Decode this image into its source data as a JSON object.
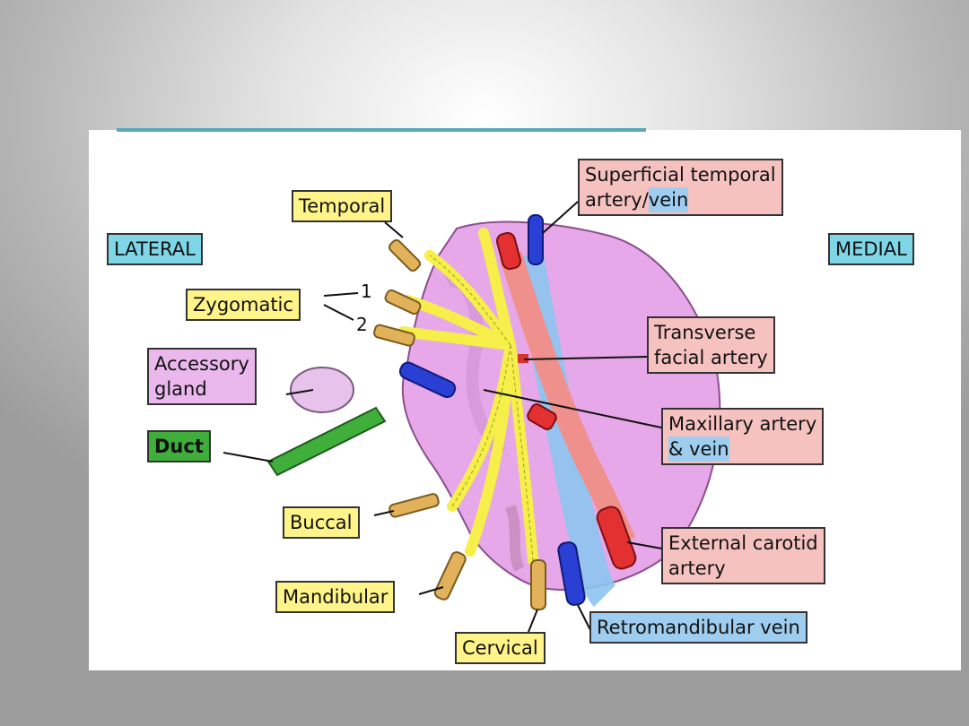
{
  "labels": {
    "temporal": "Temporal",
    "lateral": "LATERAL",
    "zygomatic": "Zygomatic",
    "zygomatic_branch_1": "1",
    "zygomatic_branch_2": "2",
    "accessory_gland_line1": "Accessory",
    "accessory_gland_line2": "gland",
    "duct": "Duct",
    "buccal": "Buccal",
    "mandibular": "Mandibular",
    "cervical": "Cervical",
    "superficial_temporal_line1": "Superficial temporal",
    "superficial_temporal_artery": "artery/",
    "superficial_temporal_vein": "vein",
    "medial": "MEDIAL",
    "transverse_facial_line1": "Transverse",
    "transverse_facial_line2": "facial artery",
    "maxillary_line1": "Maxillary artery",
    "maxillary_line2": "& vein",
    "external_carotid_line1": "External carotid",
    "external_carotid_line2": "artery",
    "retromandibular_vein": "Retromandibular vein"
  },
  "colors": {
    "gland": "#e6a8e8",
    "nerve": "#f6ef4a",
    "artery": "#f0908c",
    "vein": "#8cc4ee",
    "duct": "#3fae3a",
    "cut_nerve": "#e2b25a"
  }
}
